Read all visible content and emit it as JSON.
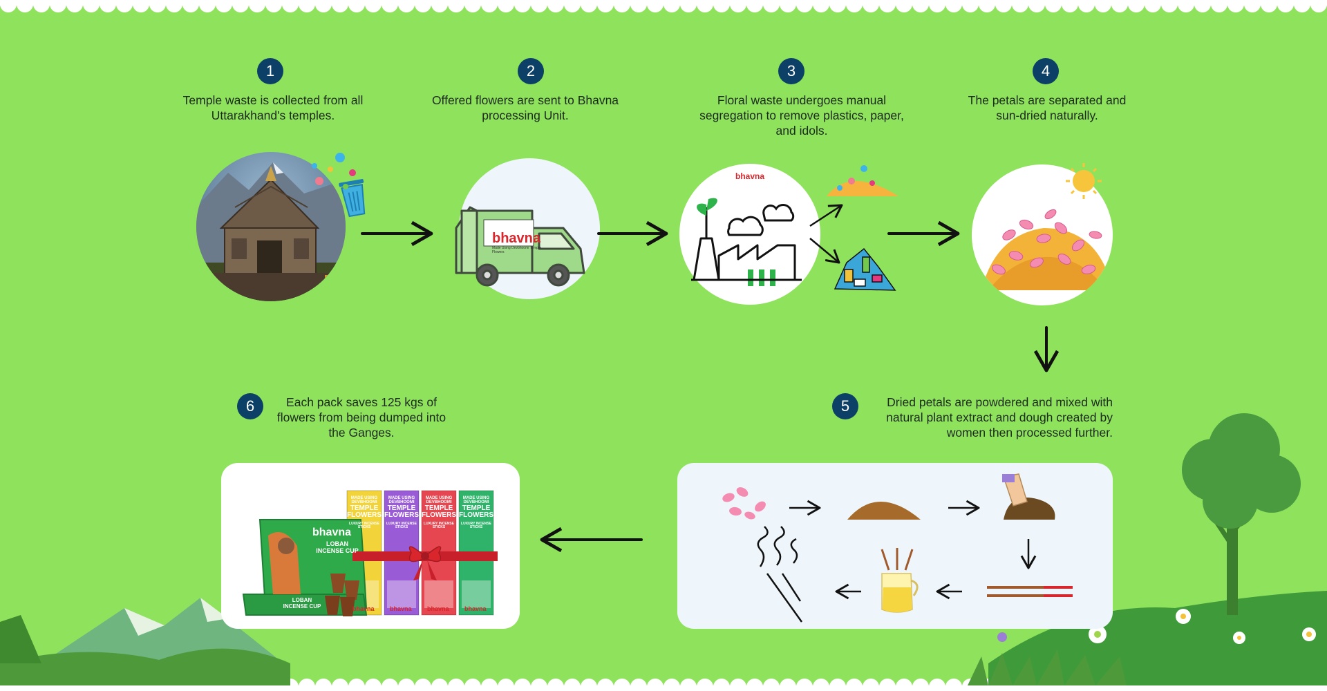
{
  "colors": {
    "background": "#8fe25c",
    "badge": "#0d4067",
    "arrow": "#111111",
    "brand_red": "#d8262c",
    "card": "#eef6fb"
  },
  "steps": [
    {
      "number": "1",
      "text_lines": [
        "Temple waste is collected from all",
        "Uttarakhand's temples."
      ],
      "illustration": "temple-with-bin"
    },
    {
      "number": "2",
      "text_lines": [
        "Offered flowers are sent to Bhavna",
        "processing Unit."
      ],
      "illustration": "delivery-truck"
    },
    {
      "number": "3",
      "text_lines": [
        "Floral waste undergoes manual",
        "segregation to remove plastics, paper,",
        "and idols."
      ],
      "illustration": "factory-segregation"
    },
    {
      "number": "4",
      "text_lines": [
        "The petals are separated and",
        "sun-dried naturally."
      ],
      "illustration": "sun-dried-petals"
    },
    {
      "number": "5",
      "text_lines": [
        "Dried petals are powdered and mixed with",
        "natural plant extract and dough created by",
        "women then processed further."
      ],
      "illustration": "processing-card"
    },
    {
      "number": "6",
      "text_lines": [
        "Each pack saves 125 kgs of",
        "flowers from being dumped into",
        "the Ganges."
      ],
      "illustration": "product-packs"
    }
  ],
  "brand": {
    "name": "bhavna",
    "tagline": "Made Using Devbhoomi Temple Flowers"
  },
  "products": {
    "cup_box_lines": [
      "LOBAN",
      "INCENSE CUP"
    ],
    "stick_box_lines": [
      "MADE USING",
      "DEVBHOOMI",
      "TEMPLE",
      "FLOWERS"
    ],
    "stick_box_sub": [
      "LUXURY",
      "INCENSE",
      "STICKS"
    ],
    "stick_box_colors": [
      "#f2d43a",
      "#9a5cd6",
      "#e5464f",
      "#2fb36a"
    ],
    "cup_box_color": "#2faa4a"
  },
  "icons": [
    "temple-icon",
    "dustbin-icon",
    "truck-icon",
    "factory-icon",
    "cloud-icon",
    "plastic-waste-icon",
    "sun-icon",
    "petals-icon",
    "powder-pile-icon",
    "hand-dough-icon",
    "incense-sticks-icon",
    "oil-jar-icon",
    "burning-incense-icon",
    "tree-icon",
    "mountain-icon",
    "daisy-icon",
    "ribbon-bow-icon"
  ]
}
